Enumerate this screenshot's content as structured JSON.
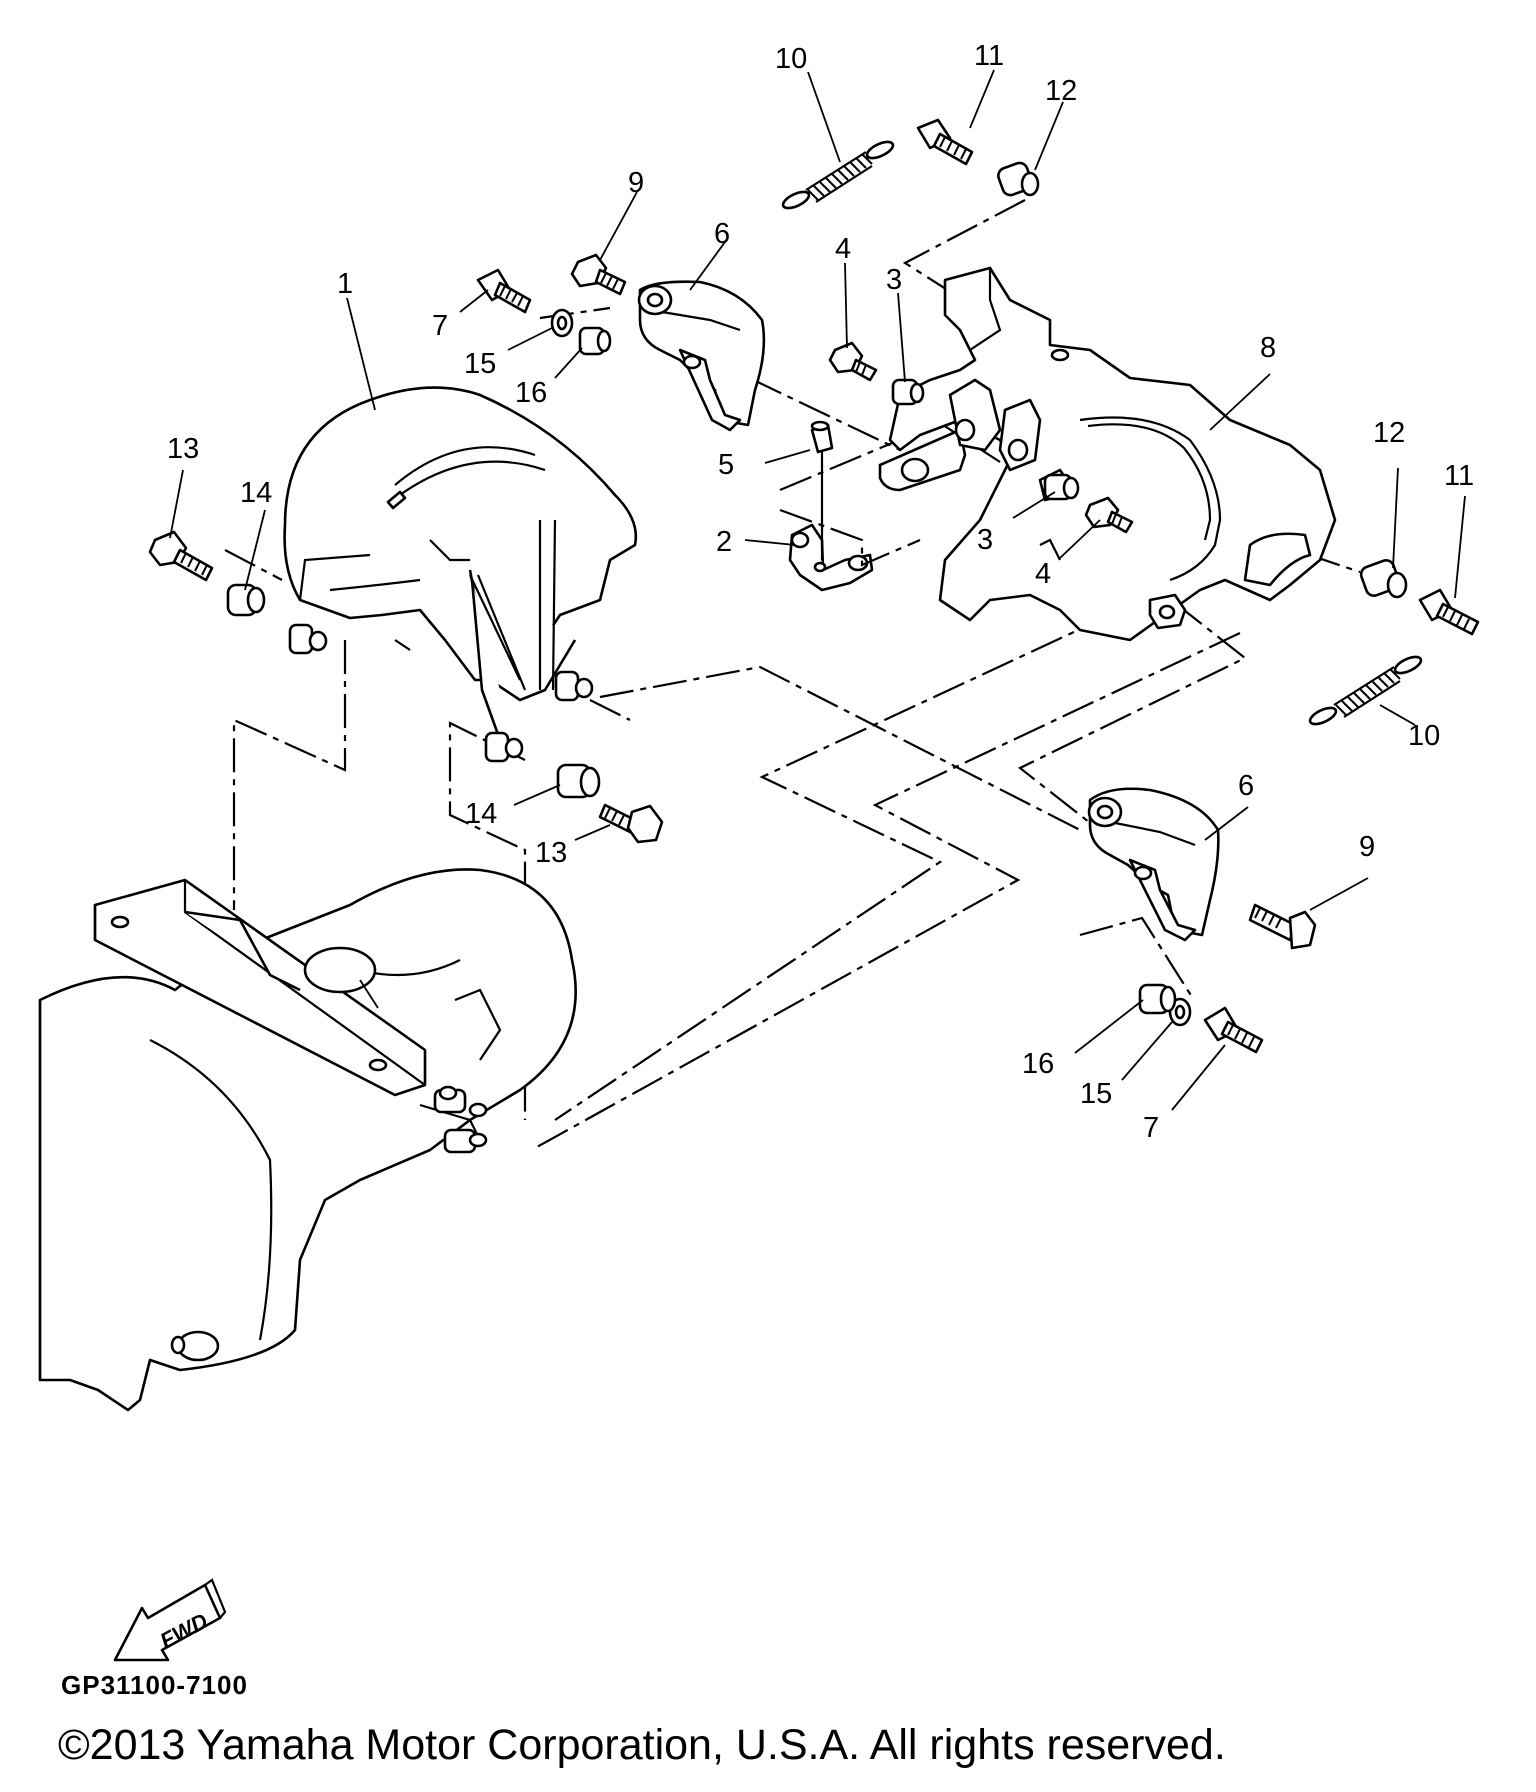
{
  "diagram": {
    "code": "GP31100-7100",
    "copyright": "©2013 Yamaha Motor Corporation, U.S.A. All rights reserved.",
    "fwd_label": "FWD",
    "callouts": [
      {
        "id": "c10a",
        "text": "10"
      },
      {
        "id": "c11a",
        "text": "11"
      },
      {
        "id": "c12a",
        "text": "12"
      },
      {
        "id": "c9a",
        "text": "9"
      },
      {
        "id": "c6a",
        "text": "6"
      },
      {
        "id": "c4a",
        "text": "4"
      },
      {
        "id": "c3a",
        "text": "3"
      },
      {
        "id": "c1",
        "text": "1"
      },
      {
        "id": "c7a",
        "text": "7"
      },
      {
        "id": "c15a",
        "text": "15"
      },
      {
        "id": "c16a",
        "text": "16"
      },
      {
        "id": "c8",
        "text": "8"
      },
      {
        "id": "c13a",
        "text": "13"
      },
      {
        "id": "c14a",
        "text": "14"
      },
      {
        "id": "c5",
        "text": "5"
      },
      {
        "id": "c2",
        "text": "2"
      },
      {
        "id": "c3b",
        "text": "3"
      },
      {
        "id": "c4b",
        "text": "4"
      },
      {
        "id": "c12b",
        "text": "12"
      },
      {
        "id": "c11b",
        "text": "11"
      },
      {
        "id": "c10b",
        "text": "10"
      },
      {
        "id": "c14b",
        "text": "14"
      },
      {
        "id": "c13b",
        "text": "13"
      },
      {
        "id": "c6b",
        "text": "6"
      },
      {
        "id": "c9b",
        "text": "9"
      },
      {
        "id": "c16b",
        "text": "16"
      },
      {
        "id": "c15b",
        "text": "15"
      },
      {
        "id": "c7b",
        "text": "7"
      }
    ]
  }
}
